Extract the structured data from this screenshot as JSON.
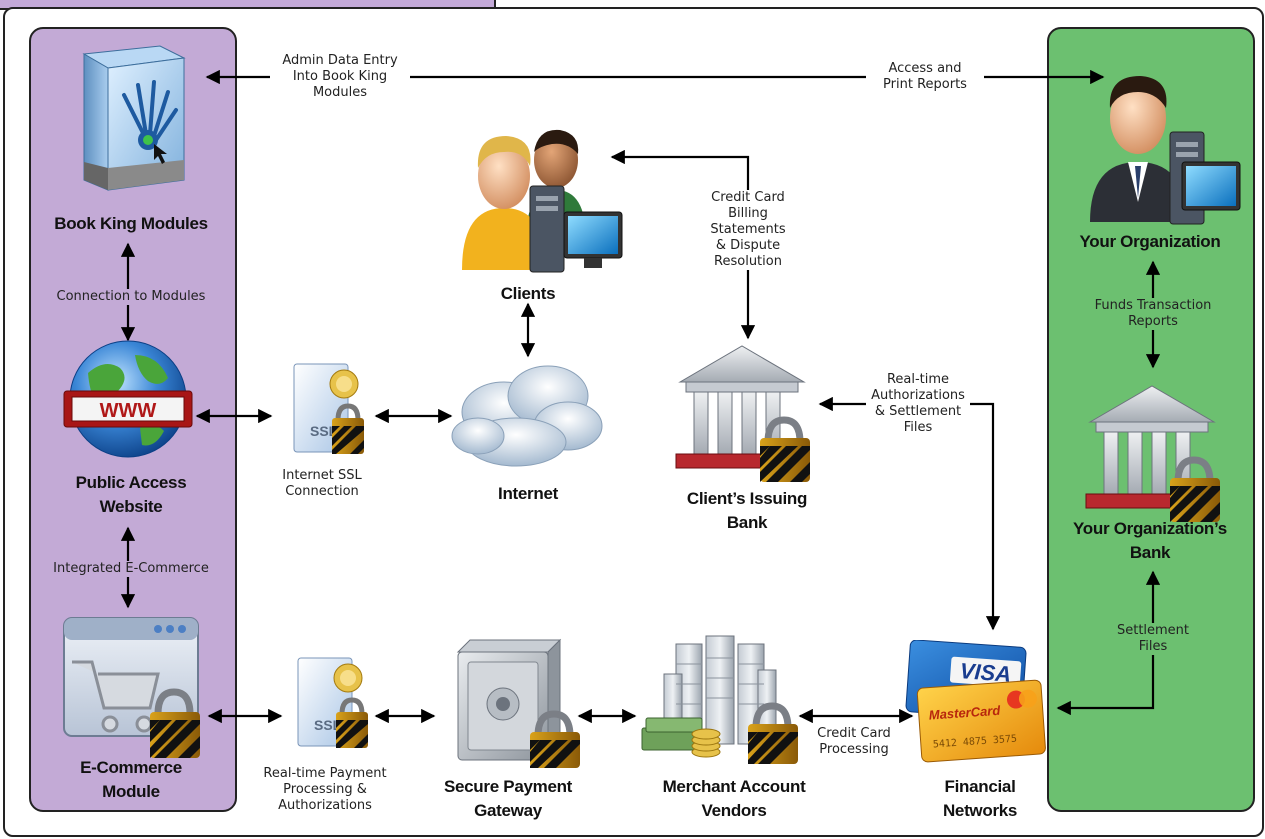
{
  "nodes": {
    "book_king": "Book King Modules",
    "website_1": "Public Access",
    "website_2": "Website",
    "ecommerce_1": "E-Commerce",
    "ecommerce_2": "Module",
    "clients": "Clients",
    "internet": "Internet",
    "issuing_bank_1": "Client’s Issuing",
    "issuing_bank_2": "Bank",
    "secure_gateway_1": "Secure Payment",
    "secure_gateway_2": "Gateway",
    "merchant_1": "Merchant Account",
    "merchant_2": "Vendors",
    "financial_1": "Financial",
    "financial_2": "Networks",
    "your_org": "Your Organization",
    "your_bank_1": "Your Organization’s",
    "your_bank_2": "Bank"
  },
  "icon_labels": {
    "ssl": "SSL",
    "www": "WWW",
    "visa": "VISA",
    "mastercard": "MasterCard"
  },
  "connections": {
    "admin_1": "Admin Data Entry",
    "admin_2": "Into Book King",
    "admin_3": "Modules",
    "access_1": "Access and",
    "access_2": "Print Reports",
    "conn_modules": "Connection to Modules",
    "integrated": "Integrated E-Commerce",
    "ssl_1": "Internet SSL",
    "ssl_2": "Connection",
    "billing_1": "Credit Card",
    "billing_2": "Billing",
    "billing_3": "Statements",
    "billing_4": "& Dispute",
    "billing_5": "Resolution",
    "realtime_1": "Real-time",
    "realtime_2": "Authorizations",
    "realtime_3": "& Settlement",
    "realtime_4": "Files",
    "funds_1": "Funds Transaction",
    "funds_2": "Reports",
    "settle_1": "Settlement",
    "settle_2": "Files",
    "payment_1": "Real-time Payment",
    "payment_2": "Processing &",
    "payment_3": "Authorizations",
    "cc_proc_1": "Credit Card",
    "cc_proc_2": "Processing"
  },
  "colors": {
    "left_panel": "#c3aad6",
    "right_panel": "#6cc070",
    "www_red": "#b01818"
  }
}
